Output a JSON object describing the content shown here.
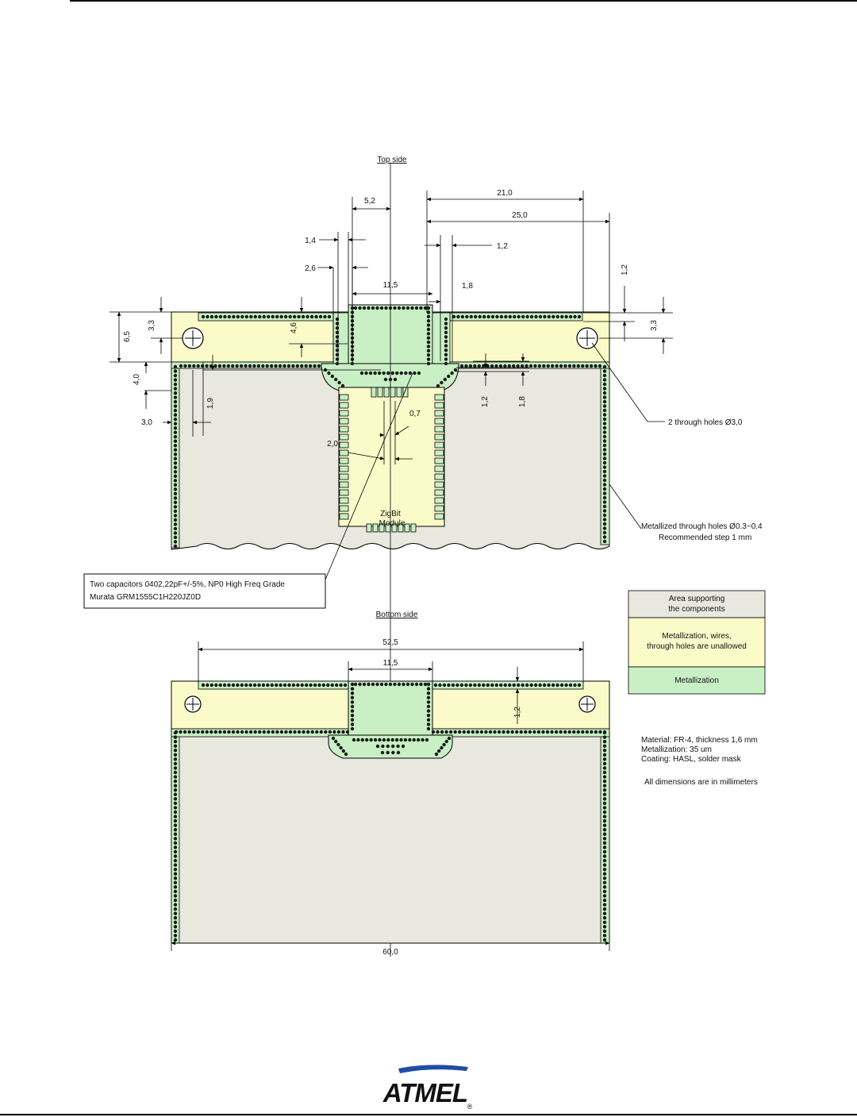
{
  "colors": {
    "support": "#e8e8df",
    "keepout": "#fbfbc9",
    "metal": "#c9f0c5",
    "via": "#1a1a1a",
    "line": "#000000",
    "logo": "#1f4ea3"
  },
  "top": {
    "caption": "Top side",
    "dims": {
      "d5_2": "5,2",
      "d21": "21,0",
      "d25": "25,0",
      "d1_4": "1,4",
      "d1_2a": "1,2",
      "d2_6": "2,6",
      "d11_5": "11,5",
      "d1_8a": "1,8",
      "d1_2v": "1,2",
      "d3_3l": "3,3",
      "d6_5": "6,5",
      "d4_6": "4,6",
      "d3_3r": "3,3",
      "d4_0": "4,0",
      "d1_9": "1,9",
      "d3_0": "3,0",
      "d1_2b": "1,2",
      "d1_8b": "1,8",
      "d0_7": "0,7",
      "d2_0": "2,0"
    },
    "holes_note": "2 through holes Ø3,0",
    "vias_note_1": "Metallized through holes Ø0.3~0.4",
    "vias_note_2": "Recommended step 1 mm",
    "module_1": "ZigBit",
    "module_2": "Module",
    "capacitor_1": "Two capacitors 0402,22pF+/-5%, NP0 High Freq Grade",
    "capacitor_2": "Murata GRM1555C1H220JZ0D"
  },
  "bottom": {
    "caption": "Bottom side",
    "dims": {
      "d52_5": "52,5",
      "d11_5": "11,5",
      "d1_2": "1,2",
      "d60": "60,0"
    }
  },
  "legend": {
    "support_1": "Area supporting",
    "support_2": "the components",
    "keepout_1": "Metallization, wires,",
    "keepout_2": "through holes are unallowed",
    "metal": "Metallization"
  },
  "notes": {
    "material": "Material: FR-4, thickness 1,6 mm",
    "metallization": "Metallization: 35 um",
    "coating": "Coating: HASL, solder mask",
    "units": "All dimensions are in millimeters"
  },
  "logo": {
    "text": "ATMEL",
    "mark": "®"
  }
}
